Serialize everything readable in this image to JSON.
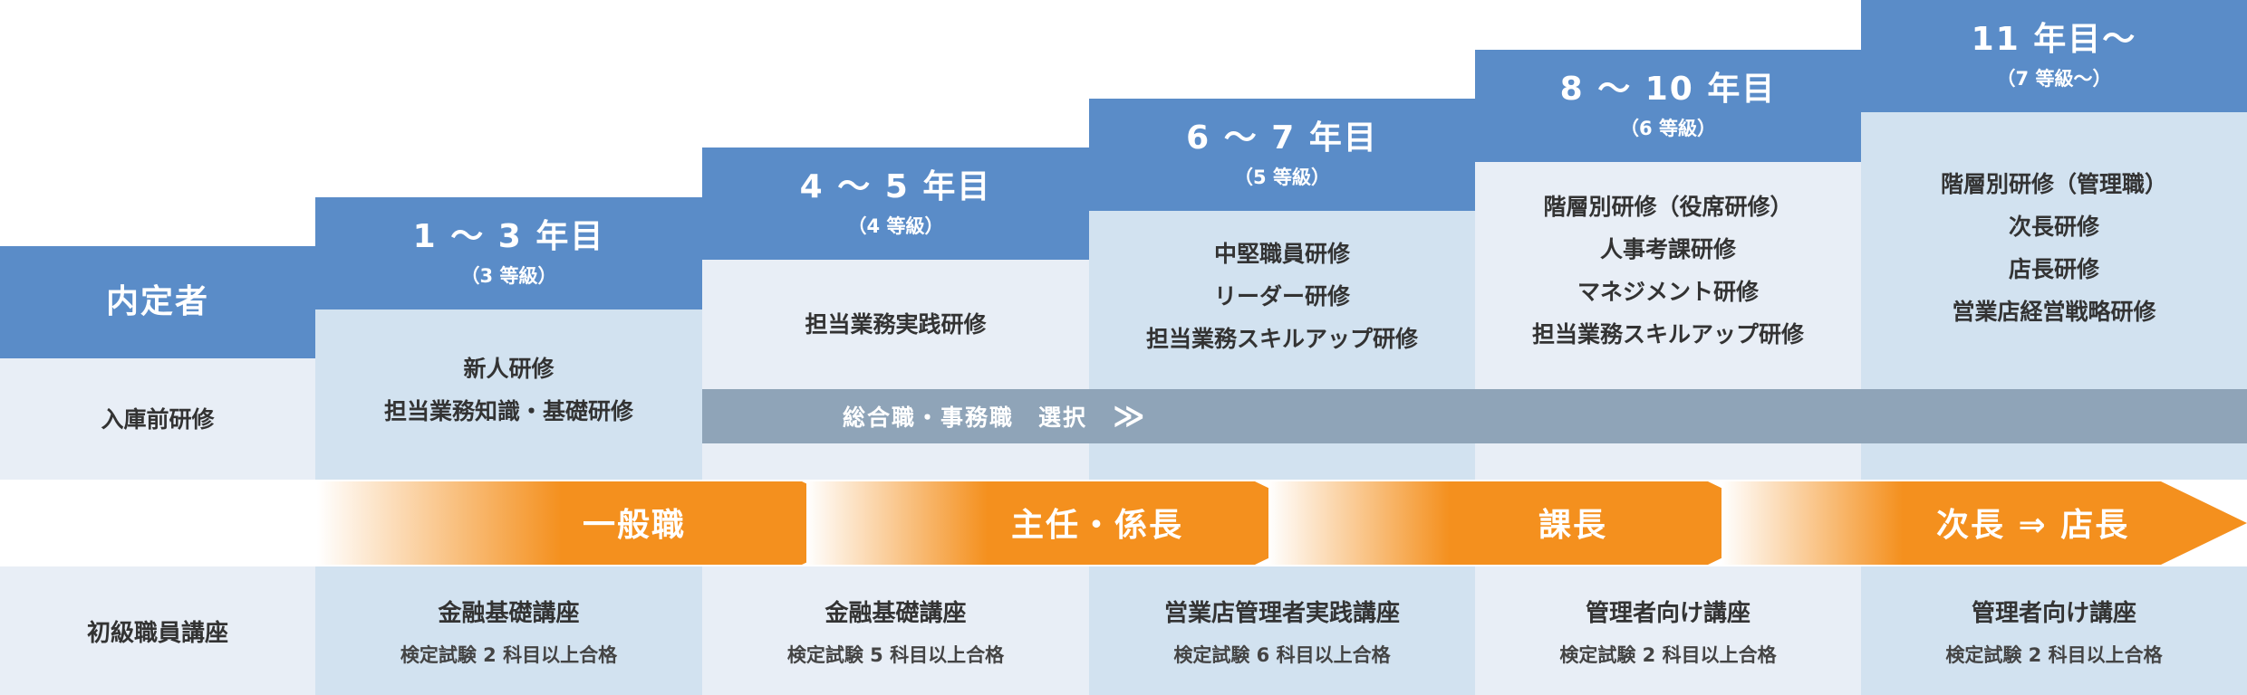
{
  "colors": {
    "header_blue": "#5a8cc8",
    "body_light": "#e8eef6",
    "body_mid": "#d2e2f0",
    "bar_gray": "#8fa4b8",
    "arrow_orange": "#f4901e"
  },
  "pre": {
    "title": "内定者",
    "training": "入庫前研修",
    "course": "初級職員講座"
  },
  "stages": [
    {
      "title": "1 ～ 3 年目",
      "grade": "（3 等級）",
      "trainings": [
        "新人研修",
        "担当業務知識・基礎研修"
      ],
      "course": "金融基礎講座",
      "exam": "検定試験 2 科目以上合格"
    },
    {
      "title": "4 ～ 5 年目",
      "grade": "（4 等級）",
      "trainings": [
        "担当業務実践研修"
      ],
      "course": "金融基礎講座",
      "exam": "検定試験 5 科目以上合格"
    },
    {
      "title": "6 ～ 7 年目",
      "grade": "（5 等級）",
      "trainings": [
        "中堅職員研修",
        "リーダー研修",
        "担当業務スキルアップ研修"
      ],
      "course": "営業店管理者実践講座",
      "exam": "検定試験 6 科目以上合格"
    },
    {
      "title": "8 ～ 10 年目",
      "grade": "（6 等級）",
      "trainings": [
        "階層別研修（役席研修）",
        "人事考課研修",
        "マネジメント研修",
        "担当業務スキルアップ研修"
      ],
      "course": "管理者向け講座",
      "exam": "検定試験 2 科目以上合格"
    },
    {
      "title": "11 年目～",
      "grade": "（7 等級～）",
      "trainings": [
        "階層別研修（管理職）",
        "次長研修",
        "店長研修",
        "営業店経営戦略研修"
      ],
      "course": "管理者向け講座",
      "exam": "検定試験 2 科目以上合格"
    }
  ],
  "selection_bar": {
    "label": "総合職・事務職　選択",
    "icon": "double-chevron-right-icon",
    "glyph": "≫"
  },
  "positions": [
    "一般職",
    "主任・係長",
    "課長",
    "次長 ⇒ 店長"
  ]
}
